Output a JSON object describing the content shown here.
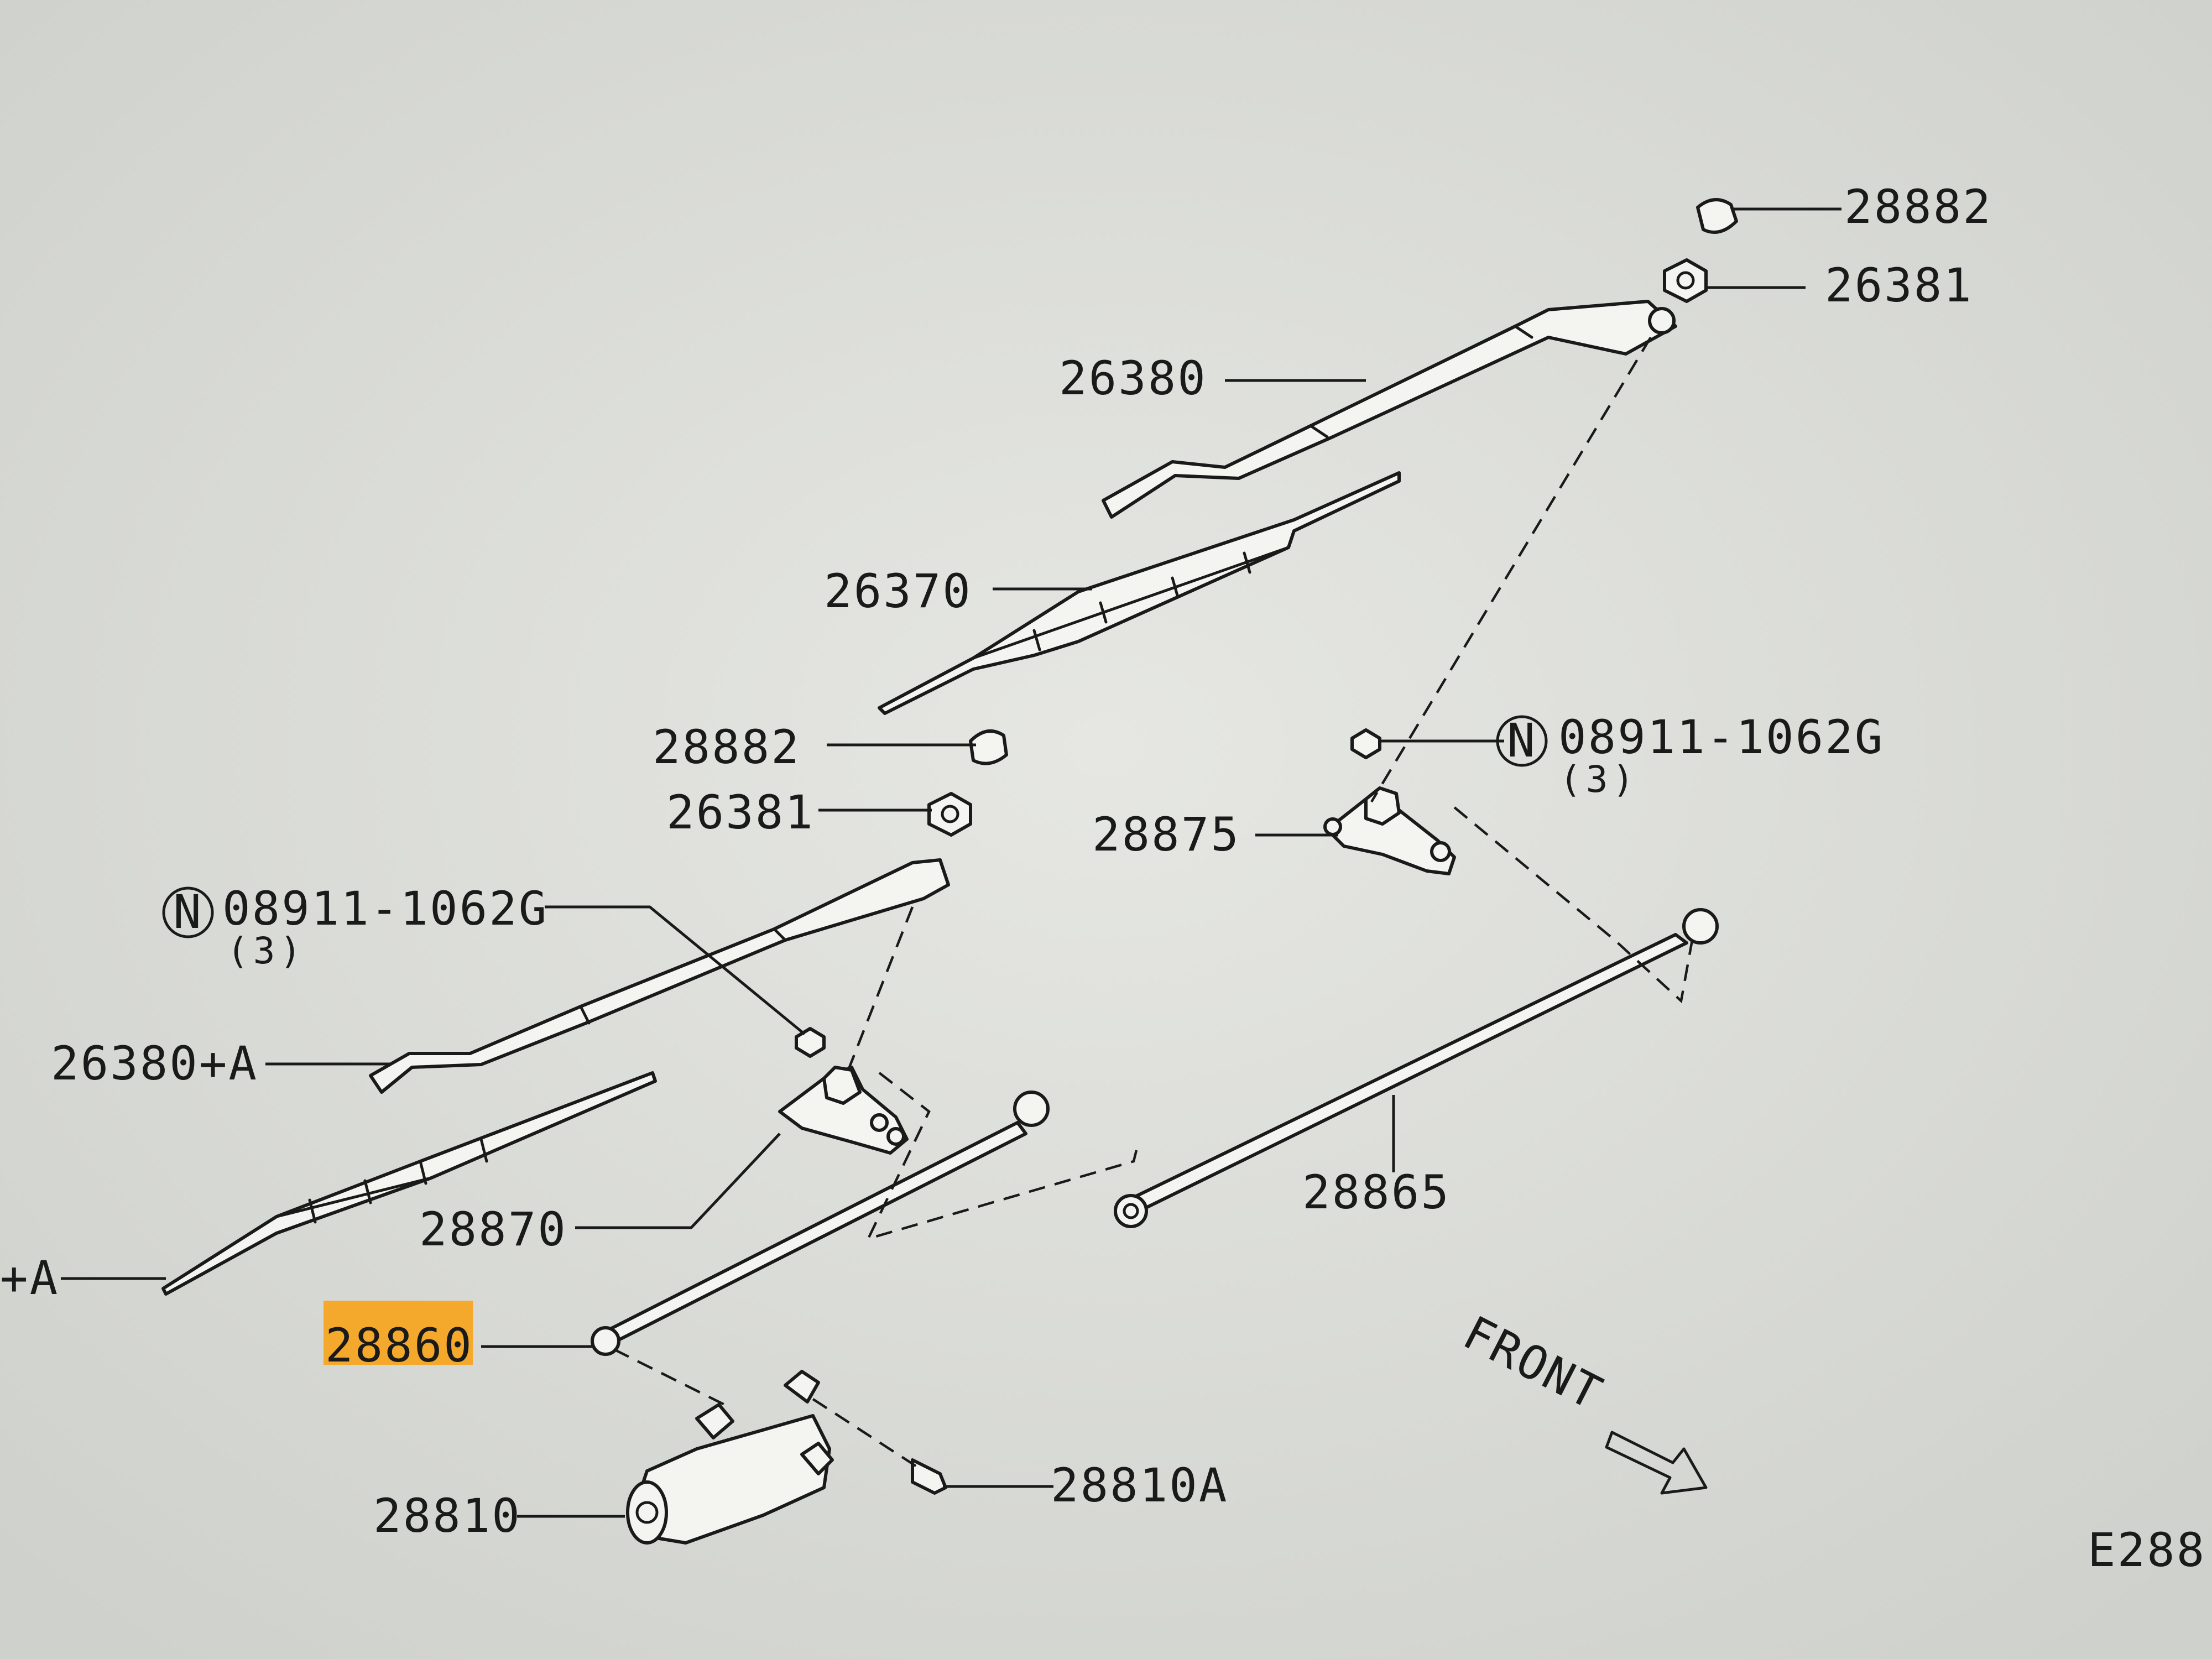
{
  "diagram": {
    "callouts": [
      {
        "id": "c28882_top",
        "text": "28882"
      },
      {
        "id": "c26381_top",
        "text": "26381"
      },
      {
        "id": "c26380",
        "text": "26380"
      },
      {
        "id": "c26370",
        "text": "26370"
      },
      {
        "id": "c08911_right",
        "text": "08911-1062G",
        "qty": "(3)",
        "badge": "N"
      },
      {
        "id": "c28875",
        "text": "28875"
      },
      {
        "id": "c28882_mid",
        "text": "28882"
      },
      {
        "id": "c26381_mid",
        "text": "26381"
      },
      {
        "id": "c08911_left",
        "text": "08911-1062G",
        "qty": "(3)",
        "badge": "N"
      },
      {
        "id": "c26380A",
        "text": "26380+A"
      },
      {
        "id": "c28870",
        "text": "28870"
      },
      {
        "id": "cPlusA",
        "text": "+A"
      },
      {
        "id": "c28860",
        "text": "28860",
        "highlight": true
      },
      {
        "id": "c28865",
        "text": "28865"
      },
      {
        "id": "c28810A",
        "text": "28810A"
      },
      {
        "id": "c28810",
        "text": "28810"
      },
      {
        "id": "cE288",
        "text": "E288"
      }
    ],
    "direction": {
      "text": "FRONT"
    },
    "colors": {
      "background": "#dadcd8",
      "ink": "#1a1a1a",
      "highlight": "#f5a623"
    }
  }
}
